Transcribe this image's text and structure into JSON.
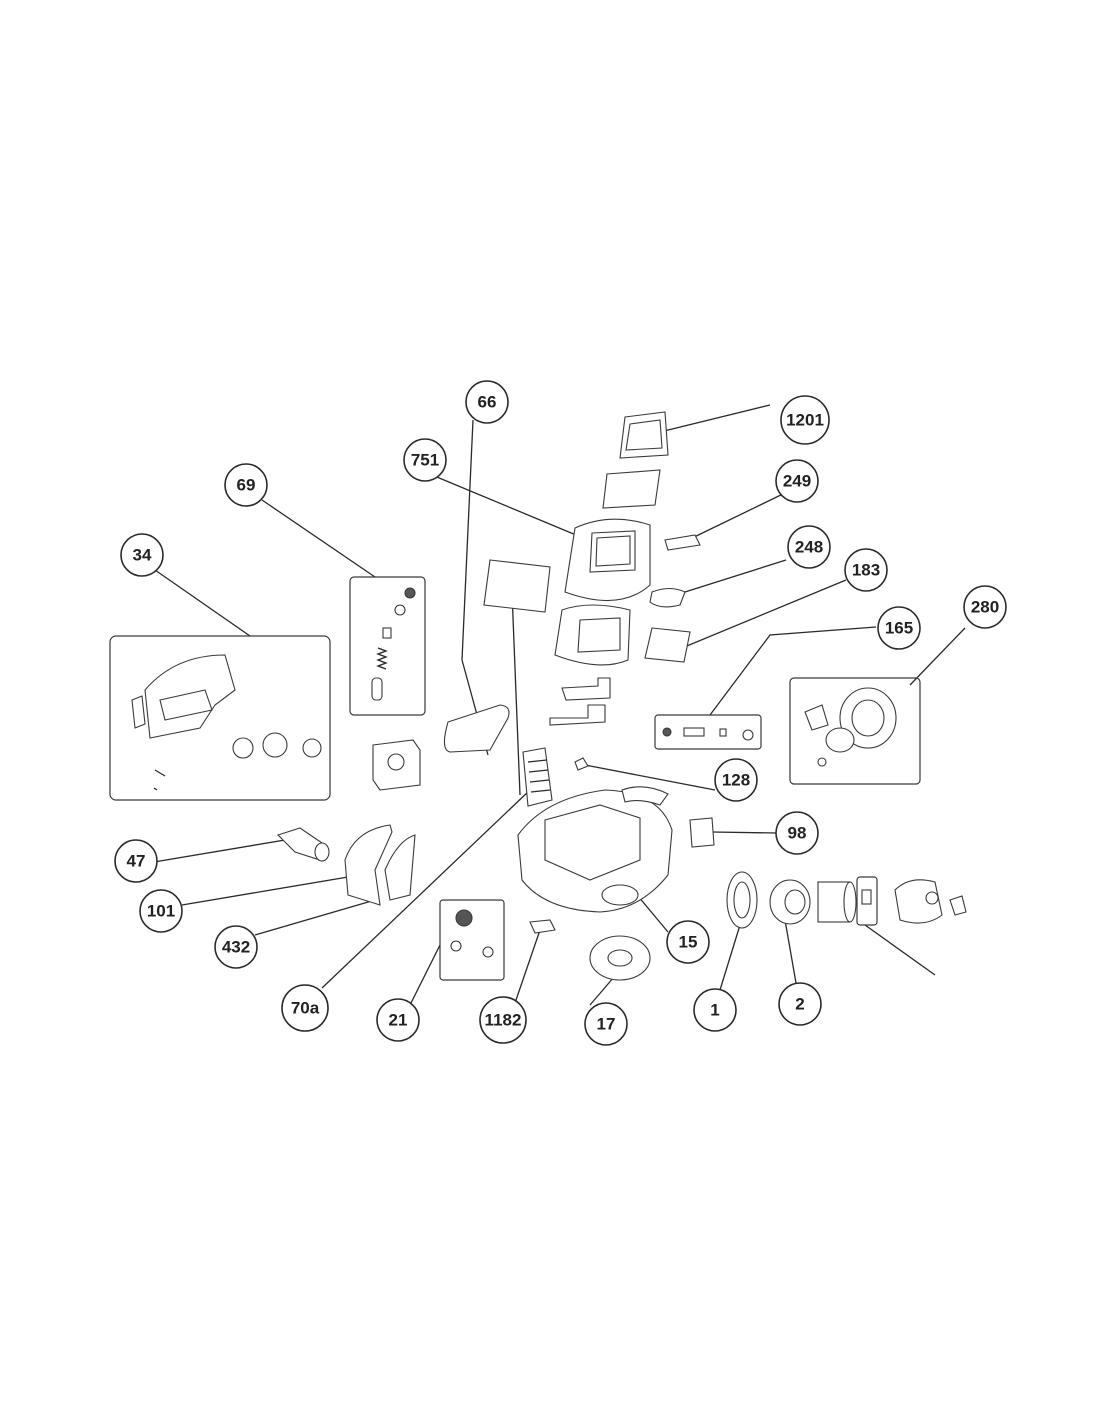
{
  "diagram": {
    "callouts": {
      "c66": "66",
      "c1201": "1201",
      "c751": "751",
      "c69": "69",
      "c249": "249",
      "c248": "248",
      "c183": "183",
      "c34": "34",
      "c280": "280",
      "c165": "165",
      "c128": "128",
      "c98": "98",
      "c47": "47",
      "c101": "101",
      "c15": "15",
      "c432": "432",
      "c70a": "70a",
      "c21": "21",
      "c1182": "1182",
      "c17": "17",
      "c1": "1",
      "c2": "2"
    }
  }
}
